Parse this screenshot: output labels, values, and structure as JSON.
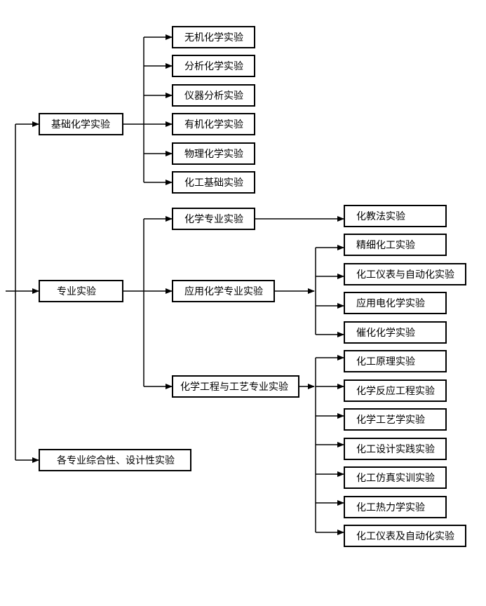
{
  "diagram": {
    "basic": {
      "label": "基础化学实验",
      "items": [
        "无机化学实验",
        "分析化学实验",
        "仪器分析实验",
        "有机化学实验",
        "物理化学实验",
        "化工基础实验"
      ]
    },
    "specialty": {
      "label": "专业实验",
      "chem_major": {
        "label": "化学专业实验",
        "items": [
          "化教法实验"
        ]
      },
      "applied_chem": {
        "label": "应用化学专业实验",
        "items": [
          "精细化工实验",
          "化工仪表与自动化实验",
          "应用电化学实验",
          "催化化学实验"
        ]
      },
      "chem_eng": {
        "label": "化学工程与工艺专业实验",
        "items": [
          "化工原理实验",
          "化学反应工程实验",
          "化学工艺学实验",
          "化工设计实践实验",
          "化工仿真实训实验",
          "化工热力学实验",
          "化工仪表及自动化实验"
        ]
      }
    },
    "comprehensive": {
      "label": "各专业综合性、设计性实验"
    }
  }
}
